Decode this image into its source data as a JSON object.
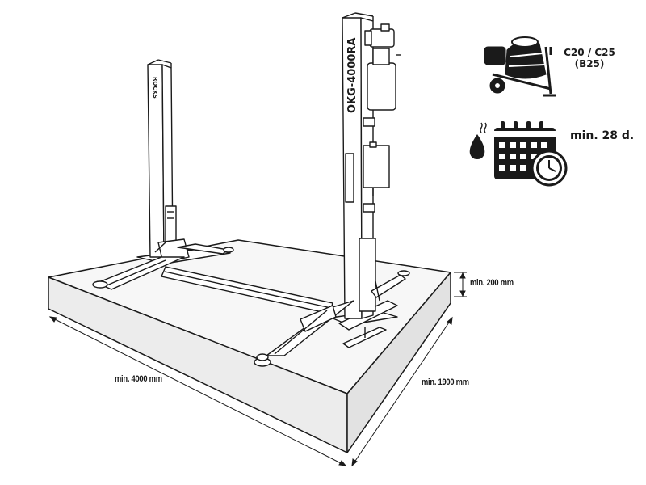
{
  "lift": {
    "brand": "ROCKS",
    "model": "OKG-4000RA"
  },
  "dimensions": {
    "length": "min. 4000 mm",
    "width": "min. 1900 mm",
    "thickness": "min. 200 mm"
  },
  "concrete": {
    "class_line1": "C20 / C25",
    "class_line2": "(B25)",
    "icon": "concrete-mixer-icon"
  },
  "curing": {
    "time": "min. 28 d.",
    "icons": [
      "water-drop-icon",
      "calendar-clock-icon"
    ]
  },
  "colors": {
    "line": "#1a1a1a",
    "slab_front": "#ececec",
    "slab_side": "#e2e2e2",
    "slab_top": "#f7f7f7",
    "icon_fill": "#1a1a1a"
  }
}
